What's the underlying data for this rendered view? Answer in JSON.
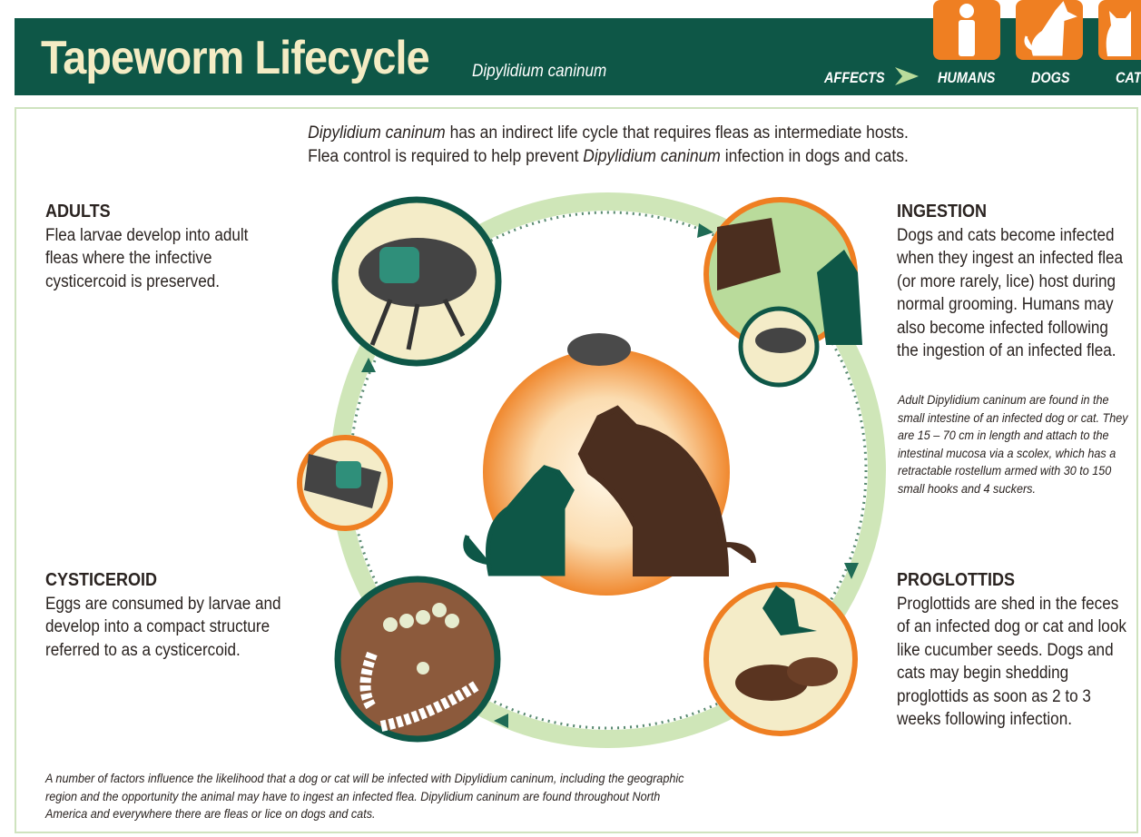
{
  "header": {
    "title": "Tapeworm Lifecycle",
    "subtitle": "Dipylidium caninum",
    "affects_label": "AFFECTS",
    "hosts": [
      {
        "label": "HUMANS",
        "icon": "human-icon"
      },
      {
        "label": "DOGS",
        "icon": "dog-icon"
      },
      {
        "label": "CATS",
        "icon": "cat-icon"
      }
    ]
  },
  "intro": {
    "line1_em": "Dipylidium caninum",
    "line1_rest": " has an indirect life cycle that requires fleas as intermediate hosts.",
    "line2_a": "Flea control is required to help prevent ",
    "line2_em": "Dipylidium caninum",
    "line2_b": " infection in dogs and cats."
  },
  "stages": {
    "adults": {
      "title": "ADULTS",
      "text": "Flea larvae develop into adult fleas where the infective cysticercoid is preserved."
    },
    "ingestion": {
      "title": "INGESTION",
      "text": "Dogs and cats become infected when they ingest an infected flea (or more rarely, lice) host during normal grooming. Humans may also become infected following the ingestion of an infected flea."
    },
    "cysticeroid": {
      "title": "CYSTICEROID",
      "text": "Eggs are consumed by larvae and develop into a compact structure referred to as a cysticercoid."
    },
    "proglottids": {
      "title": "PROGLOTTIDS",
      "text": "Proglottids are shed in the feces of an infected dog or cat and look like cucumber seeds. Dogs and cats may begin shedding proglottids as soon as 2 to 3 weeks following infection."
    }
  },
  "adult_note": "Adult Dipylidium caninum are found in the small intestine of an infected dog or cat. They are 15 – 70 cm in length and attach to the intestinal mucosa via a scolex, which has a retractable rostellum armed with 30 to 150 small hooks and 4 suckers.",
  "footer_note": "A number of factors influence the likelihood that a dog or cat will be infected with Dipylidium caninum, including the geographic region and the opportunity the animal may have to ingest an infected flea. Dipylidium caninum are found throughout North America and everywhere there are fleas or lice on dogs and cats.",
  "colors": {
    "header_green": "#0e5747",
    "title_cream": "#f4ecc4",
    "orange": "#ef7f22",
    "ring_green": "#cfe6b8"
  }
}
